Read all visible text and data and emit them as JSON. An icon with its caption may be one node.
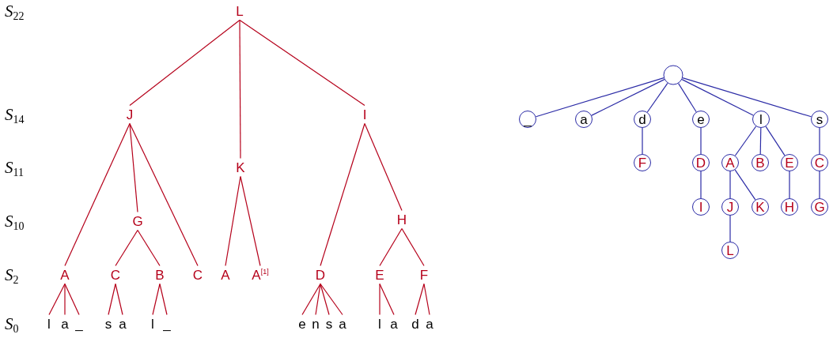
{
  "diagram": {
    "nodes": [
      {
        "text": [
          "L"
        ]
      },
      {
        "text": [
          "J"
        ]
      },
      {
        "text": [
          "I"
        ]
      },
      {
        "text": [
          "K"
        ]
      },
      {
        "text": [
          "G"
        ]
      },
      {
        "text": [
          "H"
        ]
      },
      {
        "text": [
          "A"
        ]
      },
      {
        "text": [
          "C"
        ]
      },
      {
        "text": [
          "B"
        ]
      },
      {
        "text": [
          "C"
        ]
      },
      {
        "text": [
          "A"
        ]
      },
      {
        "text": [
          "A$^{[1]}$"
        ]
      },
      {
        "text": [
          "D"
        ]
      },
      {
        "text": [
          "E"
        ]
      },
      {
        "text": [
          "F"
        ]
      },
      {
        "text": [
          "l"
        ]
      },
      {
        "text": [
          "a"
        ]
      },
      {
        "text": [
          "_"
        ]
      },
      {
        "text": [
          "s"
        ]
      },
      {
        "text": [
          "a"
        ]
      },
      {
        "text": [
          "l"
        ]
      },
      {
        "text": [
          "_"
        ]
      },
      {
        "text": [
          "e"
        ]
      },
      {
        "text": [
          "n"
        ]
      },
      {
        "text": [
          "s"
        ]
      },
      {
        "text": [
          "a"
        ]
      },
      {
        "text": [
          "l"
        ]
      },
      {
        "text": [
          "a"
        ]
      },
      {
        "text": [
          "d"
        ]
      },
      {
        "text": [
          "a"
        ]
      },
      {
        "text": [],
        "shape": "circle"
      },
      {
        "text": [
          "_"
        ]
      },
      {
        "text": [
          "a"
        ]
      },
      {
        "text": [
          "d"
        ]
      },
      {
        "text": [
          "e"
        ]
      },
      {
        "text": [
          "l"
        ]
      },
      {
        "text": [
          "s"
        ]
      },
      {
        "text": [
          "F"
        ]
      },
      {
        "text": [
          "D"
        ]
      },
      {
        "text": [
          "A"
        ]
      },
      {
        "text": [
          "B"
        ]
      },
      {
        "text": [
          "E"
        ]
      },
      {
        "text": [
          "C"
        ]
      },
      {
        "text": [
          "I"
        ]
      },
      {
        "text": [
          "J"
        ]
      },
      {
        "text": [
          "K"
        ]
      },
      {
        "text": [
          "H"
        ]
      },
      {
        "text": [
          "G"
        ]
      },
      {
        "text": [
          "L"
        ]
      }
    ],
    "edges": [
      {
        "from": 0,
        "to": 1,
        "arrow": "none"
      },
      {
        "from": 0,
        "to": 3,
        "arrow": "none"
      },
      {
        "from": 0,
        "to": 2,
        "arrow": "none"
      },
      {
        "from": 1,
        "to": 6,
        "arrow": "none"
      },
      {
        "from": 1,
        "to": 4,
        "arrow": "none"
      },
      {
        "from": 1,
        "to": 9,
        "arrow": "none"
      },
      {
        "from": 3,
        "to": 10,
        "arrow": "none"
      },
      {
        "from": 3,
        "to": 11,
        "arrow": "none"
      },
      {
        "from": 2,
        "to": 12,
        "arrow": "none"
      },
      {
        "from": 2,
        "to": 5,
        "arrow": "none"
      },
      {
        "from": 4,
        "to": 7,
        "arrow": "none"
      },
      {
        "from": 4,
        "to": 8,
        "arrow": "none"
      },
      {
        "from": 5,
        "to": 13,
        "arrow": "none"
      },
      {
        "from": 5,
        "to": 14,
        "arrow": "none"
      },
      {
        "from": 6,
        "to": 15,
        "arrow": "none"
      },
      {
        "from": 6,
        "to": 16,
        "arrow": "none"
      },
      {
        "from": 6,
        "to": 17,
        "arrow": "none"
      },
      {
        "from": 7,
        "to": 18,
        "arrow": "none"
      },
      {
        "from": 7,
        "to": 19,
        "arrow": "none"
      },
      {
        "from": 8,
        "to": 20,
        "arrow": "none"
      },
      {
        "from": 8,
        "to": 21,
        "arrow": "none"
      },
      {
        "from": 12,
        "to": 22,
        "arrow": "none"
      },
      {
        "from": 12,
        "to": 23,
        "arrow": "none"
      },
      {
        "from": 12,
        "to": 24,
        "arrow": "none"
      },
      {
        "from": 12,
        "to": 25,
        "arrow": "none"
      },
      {
        "from": 13,
        "to": 26,
        "arrow": "none"
      },
      {
        "from": 13,
        "to": 27,
        "arrow": "none"
      },
      {
        "from": 14,
        "to": 28,
        "arrow": "none"
      },
      {
        "from": 14,
        "to": 29,
        "arrow": "none"
      },
      {
        "from": 30,
        "to": 31,
        "arrow": "none",
        "color": "#2b2ba6"
      },
      {
        "from": 30,
        "to": 32,
        "arrow": "none",
        "color": "#2b2ba6"
      },
      {
        "from": 30,
        "to": 33,
        "arrow": "none",
        "color": "#2b2ba6"
      },
      {
        "from": 30,
        "to": 34,
        "arrow": "none",
        "color": "#2b2ba6"
      },
      {
        "from": 30,
        "to": 35,
        "arrow": "none",
        "color": "#2b2ba6"
      },
      {
        "from": 30,
        "to": 36,
        "arrow": "none",
        "color": "#2b2ba6"
      },
      {
        "from": 33,
        "to": 37,
        "arrow": "none",
        "color": "#2b2ba6"
      },
      {
        "from": 34,
        "to": 38,
        "arrow": "none",
        "color": "#2b2ba6"
      },
      {
        "from": 38,
        "to": 43,
        "arrow": "none",
        "color": "#2b2ba6"
      },
      {
        "from": 35,
        "to": 39,
        "arrow": "none",
        "color": "#2b2ba6"
      },
      {
        "from": 35,
        "to": 40,
        "arrow": "none",
        "color": "#2b2ba6"
      },
      {
        "from": 35,
        "to": 41,
        "arrow": "none",
        "color": "#2b2ba6"
      },
      {
        "from": 39,
        "to": 44,
        "arrow": "none",
        "color": "#2b2ba6"
      },
      {
        "from": 39,
        "to": 45,
        "arrow": "none",
        "color": "#2b2ba6"
      },
      {
        "from": 44,
        "to": 48,
        "arrow": "none",
        "color": "#2b2ba6"
      },
      {
        "from": 41,
        "to": 46,
        "arrow": "none",
        "color": "#2b2ba6"
      },
      {
        "from": 36,
        "to": 42,
        "arrow": "none",
        "color": "#2b2ba6"
      },
      {
        "from": 42,
        "to": 47,
        "arrow": "none",
        "color": "#2b2ba6"
      }
    ],
    "labels": [
      "*S*$_{22}$",
      "*S*$_{14}$",
      "*S*$_{11}$",
      "*S*$_{10}$",
      "*S*$_{2}$",
      "*S*$_{0}$"
    ]
  }
}
